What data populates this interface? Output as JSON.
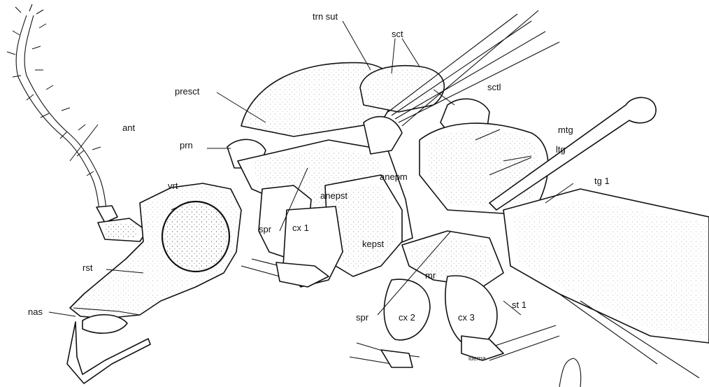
{
  "labels": {
    "trn_sut": "trn sut",
    "sct": "sct",
    "sctl": "sctl",
    "presct": "presct",
    "mtg": "mtg",
    "ltg": "ltg",
    "ant": "ant",
    "prn": "prn",
    "anepm": "anepm",
    "vrt": "vrt",
    "anepst": "anepst",
    "tg1": "tg 1",
    "spr_upper": "spr",
    "cx1": "cx 1",
    "kepst": "kepst",
    "rst": "rst",
    "mr": "mr",
    "st1": "st 1",
    "nas": "nas",
    "spr_lower": "spr",
    "cx2": "cx 2",
    "cx3": "cx 3"
  },
  "signature": "idema"
}
